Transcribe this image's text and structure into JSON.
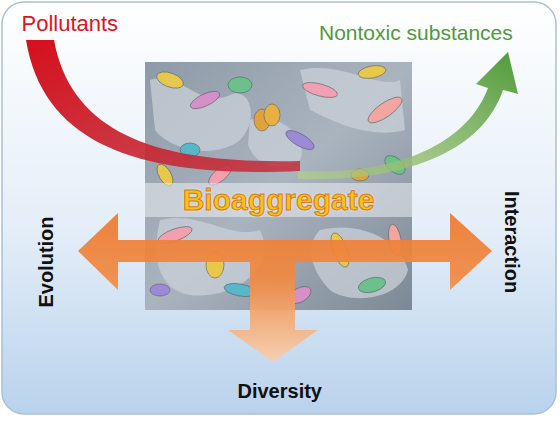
{
  "diagram": {
    "nodes": [
      {
        "text": [
          "Bioaggregate"
        ]
      }
    ],
    "labels": [
      "Pollutants",
      "Nontoxic substances",
      "Evolution",
      "Interaction",
      "Diversity"
    ]
  }
}
